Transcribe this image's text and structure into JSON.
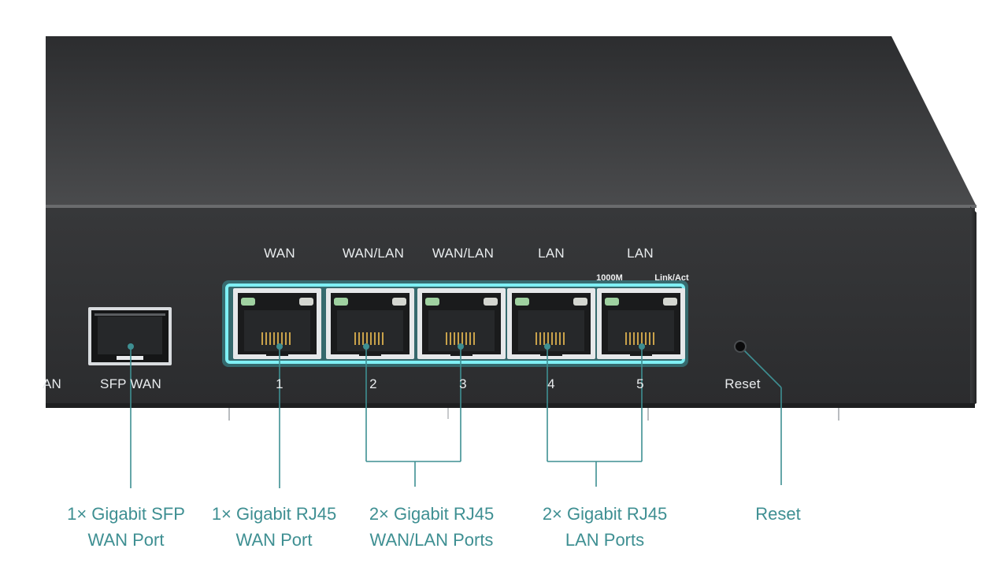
{
  "panel": {
    "sfp_label": "SFP WAN",
    "edge_label_fragment": "AN",
    "port_top_labels": [
      "WAN",
      "WAN/LAN",
      "WAN/LAN",
      "LAN",
      "LAN"
    ],
    "port_numbers": [
      "1",
      "2",
      "3",
      "4",
      "5"
    ],
    "led_label_speed": "1000M",
    "led_label_link": "Link/Act",
    "reset_label": "Reset"
  },
  "captions": [
    {
      "line1": "1× Gigabit SFP",
      "line2": "WAN Port"
    },
    {
      "line1": "1× Gigabit RJ45",
      "line2": "WAN Port"
    },
    {
      "line1": "2× Gigabit RJ45",
      "line2": "WAN/LAN Ports"
    },
    {
      "line1": "2× Gigabit RJ45",
      "line2": "LAN Ports"
    },
    {
      "line1": "Reset"
    }
  ],
  "colors": {
    "chassis": "#3b3c3e",
    "front_panel": "#2f3032",
    "port_glow": "#43d3dc",
    "callout_line": "#3e8f92",
    "caption_text": "#3e8f92",
    "panel_text": "#e9ecee"
  }
}
